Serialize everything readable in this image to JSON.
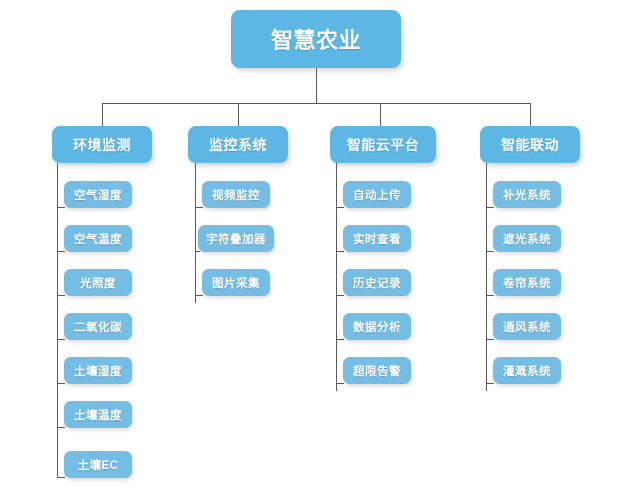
{
  "diagram": {
    "title": "智慧农业",
    "root": {
      "label": "智慧农业"
    },
    "branches": [
      {
        "label": "环境监测",
        "children": [
          {
            "label": "空气湿度"
          },
          {
            "label": "空气温度"
          },
          {
            "label": "光照度"
          },
          {
            "label": "二氧化碳"
          },
          {
            "label": "土壤湿度"
          },
          {
            "label": "土壤温度"
          },
          {
            "label": "土壤EC"
          }
        ]
      },
      {
        "label": "监控系统",
        "children": [
          {
            "label": "视频监控"
          },
          {
            "label": "字符叠加器"
          },
          {
            "label": "图片采集"
          }
        ]
      },
      {
        "label": "智能云平台",
        "children": [
          {
            "label": "自动上传"
          },
          {
            "label": "实时查看"
          },
          {
            "label": "历史记录"
          },
          {
            "label": "数据分析"
          },
          {
            "label": "超限告警"
          }
        ]
      },
      {
        "label": "智能联动",
        "children": [
          {
            "label": "补光系统"
          },
          {
            "label": "遮光系统"
          },
          {
            "label": "卷帘系统"
          },
          {
            "label": "通风系统"
          },
          {
            "label": "灌溉系统"
          }
        ]
      }
    ],
    "colors": {
      "root_fill": "#5db7e5",
      "branch_fill": "#5db7e5",
      "leaf_fill": "#74bde4",
      "line": "#5a5a5a",
      "background": "#ffffff",
      "text": "#ffffff"
    }
  }
}
